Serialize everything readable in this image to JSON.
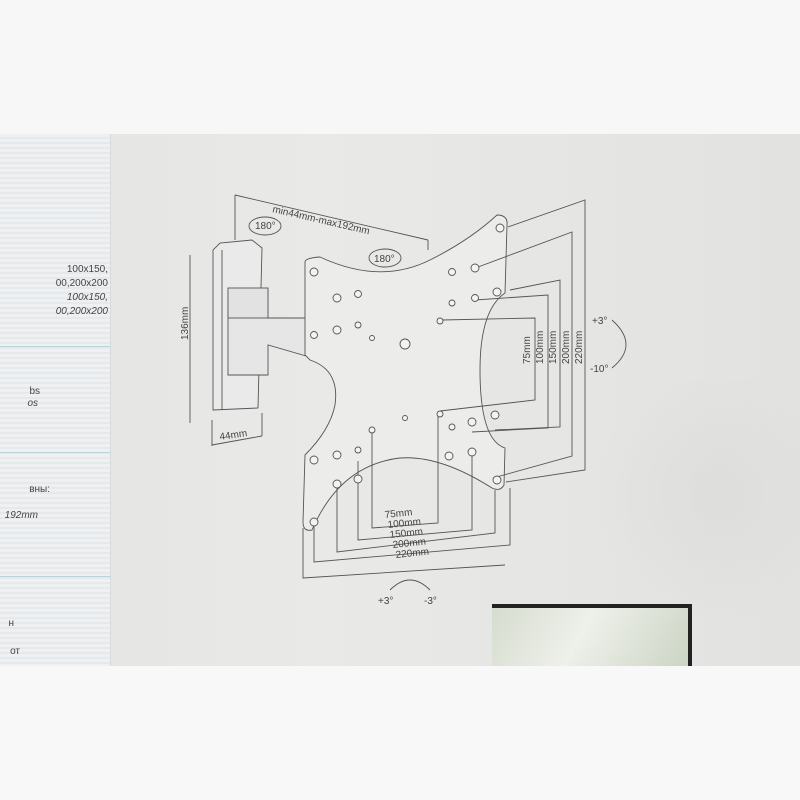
{
  "side_panel": {
    "lines": [
      "100x150,",
      "00,200x200",
      "100x150,",
      "00,200x200",
      "bs",
      "os",
      "вны:",
      "192mm",
      "н",
      "от"
    ]
  },
  "diagram": {
    "arm_extension": "min44mm-max192mm",
    "rotation_wall": "180°",
    "rotation_plate": "180°",
    "wall_plate_height": "136mm",
    "wall_plate_width": "44mm",
    "vertical_spacings": [
      "75mm",
      "100mm",
      "150mm",
      "200mm",
      "220mm"
    ],
    "horizontal_spacings": [
      "75mm",
      "100mm",
      "150mm",
      "200mm",
      "220mm"
    ],
    "tilt_up": "+3°",
    "tilt_down": "-10°",
    "swivel_left": "+3°",
    "swivel_right": "-3°"
  }
}
